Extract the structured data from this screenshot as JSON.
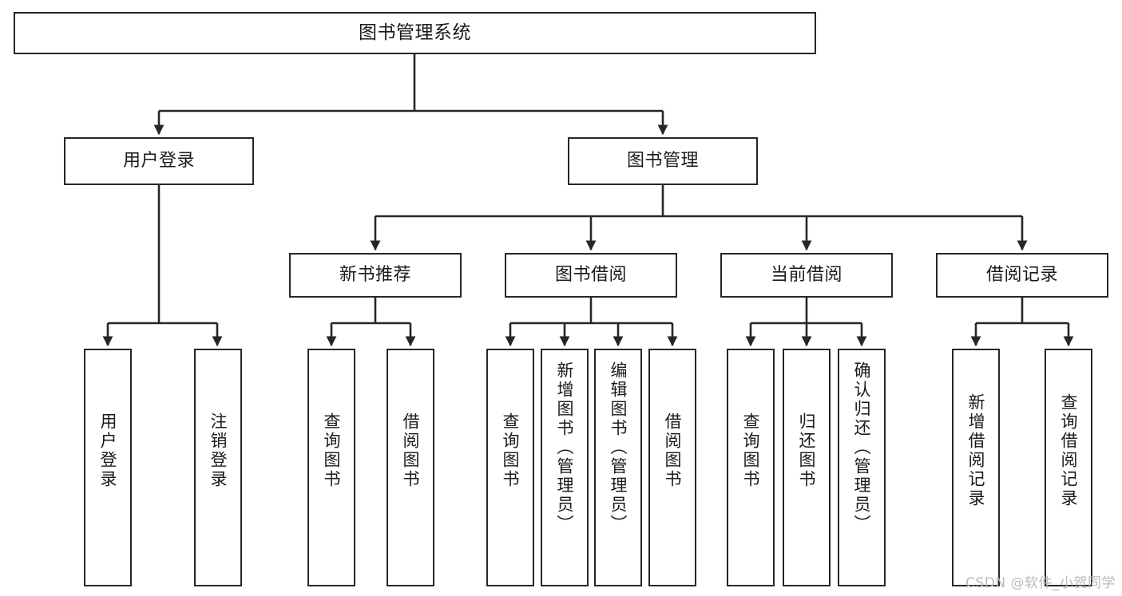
{
  "diagram": {
    "title": "图书管理系统",
    "type": "tree-hierarchy-diagram",
    "colors": {
      "node_border": "#262626",
      "node_fill": "#ffffff",
      "edge": "#262626",
      "text": "#1a1a1a",
      "watermark": "#b9b9b9",
      "background": "#ffffff"
    },
    "root": {
      "label": "图书管理系统"
    },
    "level2": [
      {
        "label": "用户登录"
      },
      {
        "label": "图书管理"
      }
    ],
    "level3": [
      {
        "label": "新书推荐"
      },
      {
        "label": "图书借阅"
      },
      {
        "label": "当前借阅"
      },
      {
        "label": "借阅记录"
      }
    ],
    "leaves": {
      "user_login": [
        {
          "label": "用户登录"
        },
        {
          "label": "注销登录"
        }
      ],
      "new_book_recommend": [
        {
          "label": "查询图书"
        },
        {
          "label": "借阅图书"
        }
      ],
      "book_borrow": [
        {
          "label": "查询图书"
        },
        {
          "label": "新增图书（管理员）"
        },
        {
          "label": "编辑图书（管理员）"
        },
        {
          "label": "借阅图书"
        }
      ],
      "current_borrow": [
        {
          "label": "查询图书"
        },
        {
          "label": "归还图书"
        },
        {
          "label": "确认归还（管理员）"
        }
      ],
      "borrow_record": [
        {
          "label": "新增借阅记录"
        },
        {
          "label": "查询借阅记录"
        }
      ]
    },
    "watermark": "CSDN @软件_小贺同学"
  }
}
